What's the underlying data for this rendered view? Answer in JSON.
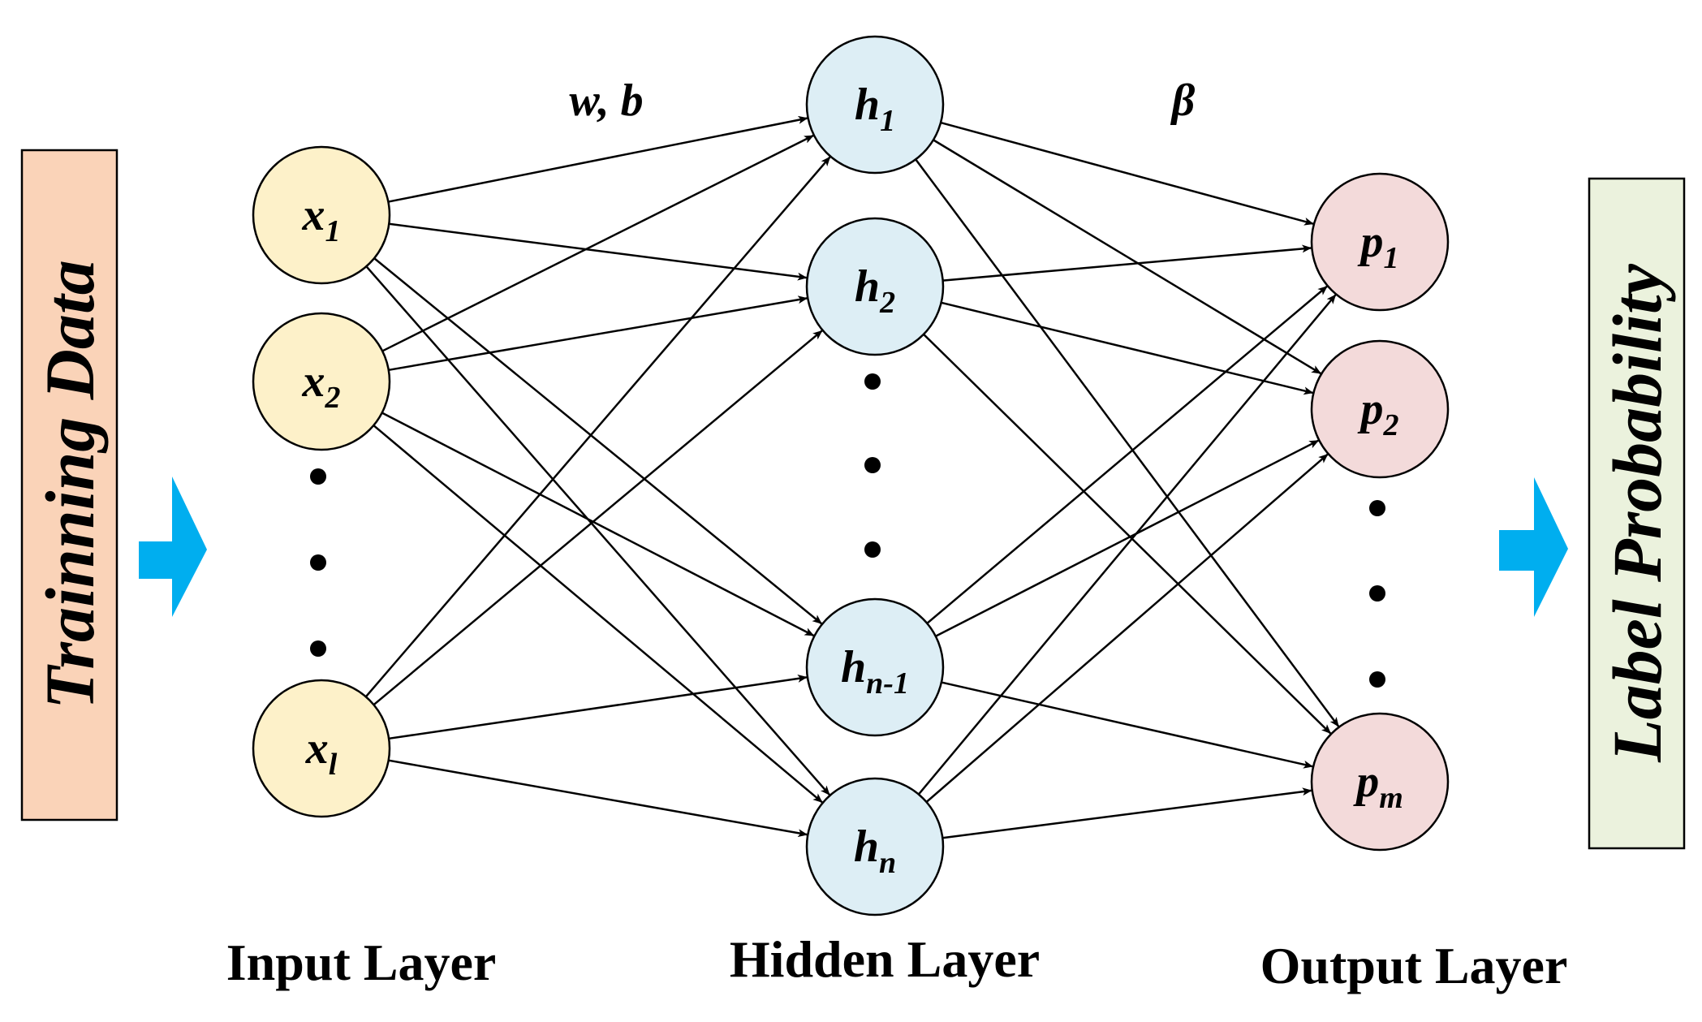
{
  "left_box": {
    "label": "Trainning Data",
    "fill": "#FAD3B8"
  },
  "right_box": {
    "label": "Label Probability",
    "fill": "#EBF2DD"
  },
  "arrow_color": "#00AEEF",
  "parameters": {
    "input_hidden": "w, b",
    "hidden_output": "β"
  },
  "layers": {
    "input": {
      "label": "Input Layer",
      "fill": "#FDF1C9",
      "nodes": [
        {
          "base": "x",
          "sub": "1"
        },
        {
          "base": "x",
          "sub": "2"
        },
        {
          "base": "x",
          "sub": "l"
        }
      ]
    },
    "hidden": {
      "label": "Hidden Layer",
      "fill": "#DDEEF5",
      "nodes": [
        {
          "base": "h",
          "sub": "1"
        },
        {
          "base": "h",
          "sub": "2"
        },
        {
          "base": "h",
          "sub": "n-1"
        },
        {
          "base": "h",
          "sub": "n"
        }
      ]
    },
    "output": {
      "label": "Output Layer",
      "fill": "#F3DADA",
      "nodes": [
        {
          "base": "p",
          "sub": "1"
        },
        {
          "base": "p",
          "sub": "2"
        },
        {
          "base": "p",
          "sub": "m"
        }
      ]
    }
  }
}
